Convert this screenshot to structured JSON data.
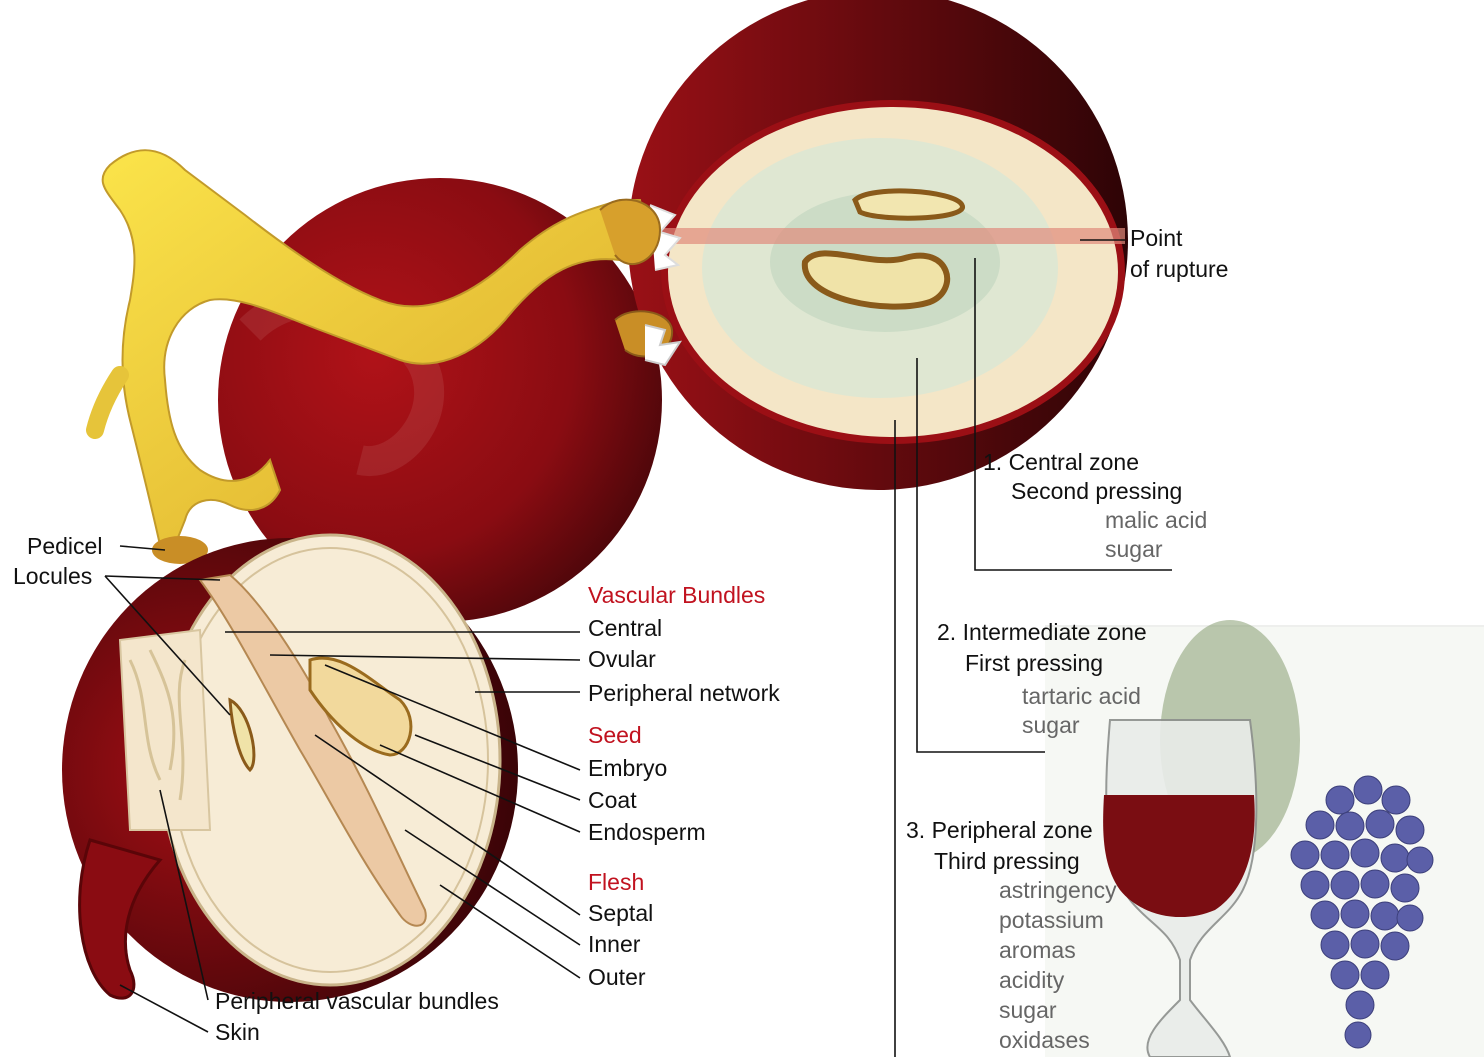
{
  "labels": {
    "pedicel": "Pedicel",
    "locules": "Locules",
    "peripheral_vascular_bundles": "Peripheral vascular bundles",
    "skin": "Skin",
    "point_of_rupture_1": "Point",
    "point_of_rupture_2": "of rupture"
  },
  "vascular_bundles": {
    "heading": "Vascular Bundles",
    "items": [
      "Central",
      "Ovular",
      "Peripheral network"
    ]
  },
  "seed": {
    "heading": "Seed",
    "items": [
      "Embryo",
      "Coat",
      "Endosperm"
    ]
  },
  "flesh": {
    "heading": "Flesh",
    "items": [
      "Septal",
      "Inner",
      "Outer"
    ]
  },
  "zones": [
    {
      "title": "1. Central zone",
      "pressing": "Second pressing",
      "components": [
        "malic acid",
        "sugar"
      ]
    },
    {
      "title": "2. Intermediate zone",
      "pressing": "First pressing",
      "components": [
        "tartaric acid",
        "sugar"
      ]
    },
    {
      "title": "3. Peripheral zone",
      "pressing": "Third pressing",
      "components": [
        "astringency",
        "potassium",
        "aromas",
        "acidity",
        "sugar",
        "oxidases"
      ]
    }
  ],
  "colors": {
    "skin_dark": "#5a0a10",
    "skin_mid": "#8e0d12",
    "flesh": "#f6ebd1",
    "stem": "#e8c23a",
    "heading_red": "#c1121f",
    "component_gray": "#666666"
  }
}
